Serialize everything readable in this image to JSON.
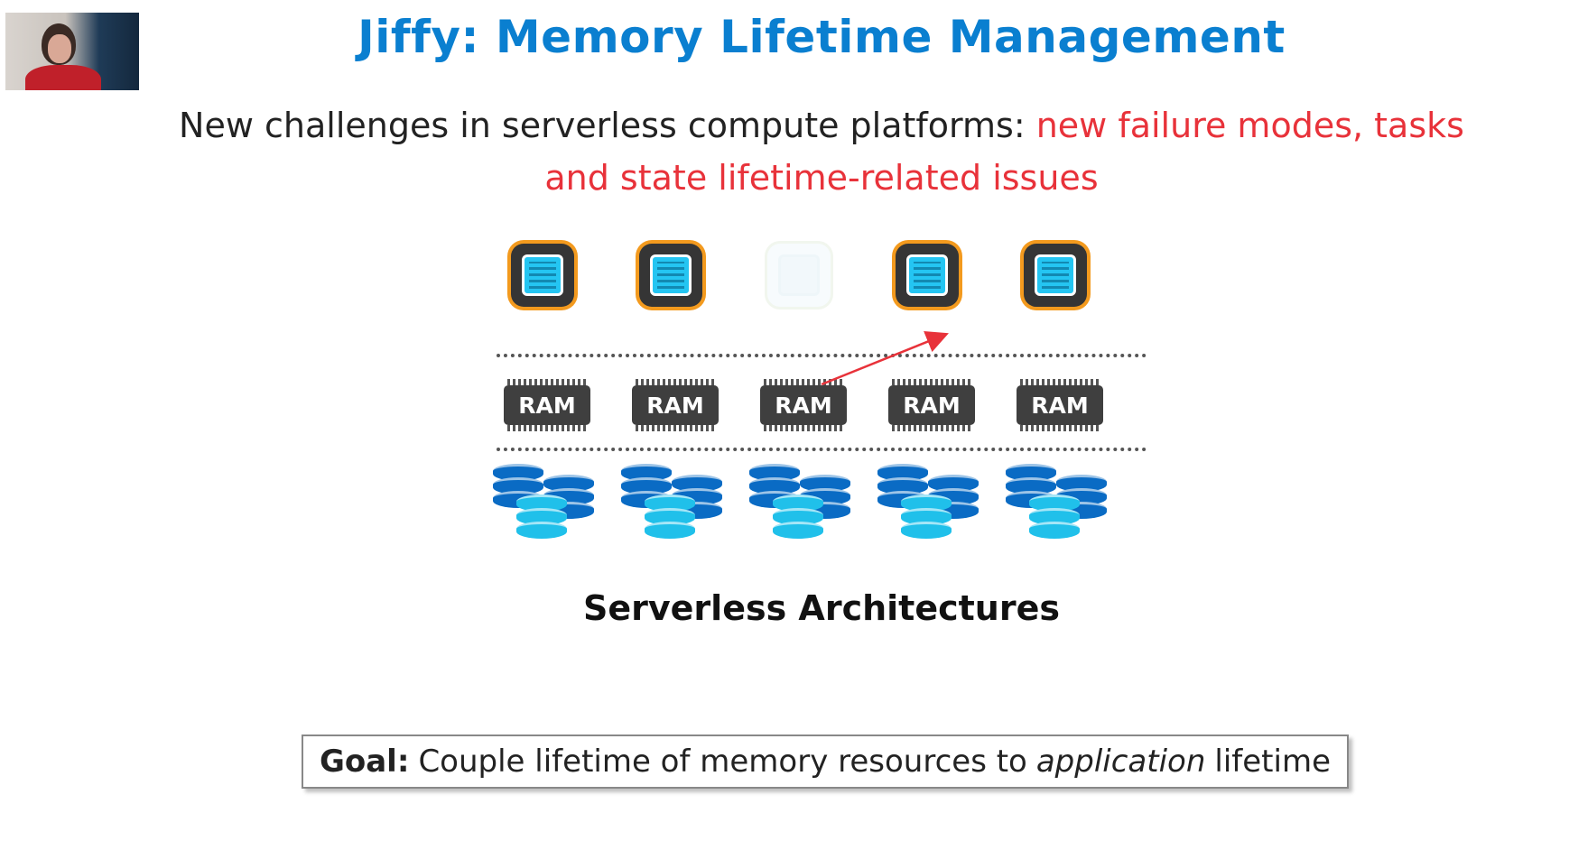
{
  "slide": {
    "title": "Jiffy: Memory Lifetime Management",
    "subtitle_part1": "New challenges in serverless compute platforms: ",
    "subtitle_part2": "new failure modes, tasks and state lifetime-related issues",
    "diagram_caption": "Serverless Architectures",
    "goal_prefix": "Goal:",
    "goal_text_a": "Couple lifetime of memory resources to",
    "goal_emphasis": "application",
    "goal_text_b": "lifetime"
  },
  "diagram": {
    "cpu_states": [
      "active",
      "active",
      "inactive",
      "active",
      "active"
    ],
    "ram_labels": [
      "RAM",
      "RAM",
      "RAM",
      "RAM",
      "RAM"
    ],
    "storage_icons": [
      "database-icon",
      "database-icon",
      "database-icon",
      "database-icon",
      "database-icon"
    ],
    "arrow": {
      "from": "ram-3",
      "to": "cpu-4"
    }
  },
  "colors": {
    "title": "#0a7fd0",
    "highlight": "#e8323a",
    "chip_pins": "#f39a1e",
    "chip_core": "#24c5f2",
    "db_dark": "#0a6bc4",
    "db_light": "#20c0ea"
  },
  "icons": {
    "webcam": "presenter-video-icon",
    "cpu": "cpu-chip-icon",
    "ram": "ram-module-icon",
    "storage": "database-icon"
  }
}
